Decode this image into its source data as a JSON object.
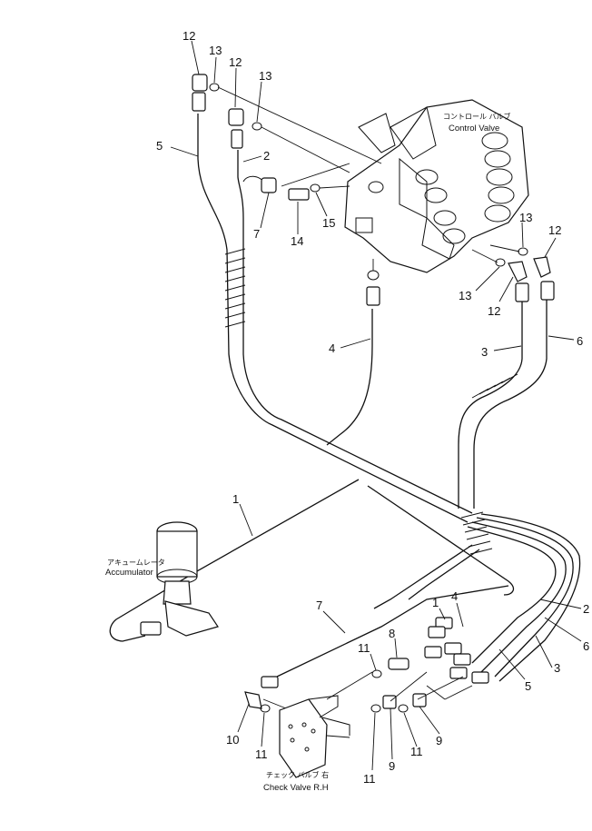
{
  "captions": {
    "control_valve_jp": "コントロール バルブ",
    "control_valve_en": "Control Valve",
    "accumulator_jp": "アキュームレータ",
    "accumulator_en": "Accumulator",
    "check_valve_jp": "チェック バルブ 右",
    "check_valve_en": "Check Valve R.H"
  },
  "callouts": [
    {
      "id": "c12a",
      "text": "12"
    },
    {
      "id": "c13a",
      "text": "13"
    },
    {
      "id": "c12b",
      "text": "12"
    },
    {
      "id": "c13b",
      "text": "13"
    },
    {
      "id": "c5a",
      "text": "5"
    },
    {
      "id": "c2a",
      "text": "2"
    },
    {
      "id": "c7a",
      "text": "7"
    },
    {
      "id": "c14",
      "text": "14"
    },
    {
      "id": "c15",
      "text": "15"
    },
    {
      "id": "c13c",
      "text": "13"
    },
    {
      "id": "c12c",
      "text": "12"
    },
    {
      "id": "c13d",
      "text": "13"
    },
    {
      "id": "c12d",
      "text": "12"
    },
    {
      "id": "c4a",
      "text": "4"
    },
    {
      "id": "c3a",
      "text": "3"
    },
    {
      "id": "c6a",
      "text": "6"
    },
    {
      "id": "c1a",
      "text": "1"
    },
    {
      "id": "c7b",
      "text": "7"
    },
    {
      "id": "c1b",
      "text": "1"
    },
    {
      "id": "c4b",
      "text": "4"
    },
    {
      "id": "c8",
      "text": "8"
    },
    {
      "id": "c2b",
      "text": "2"
    },
    {
      "id": "c6b",
      "text": "6"
    },
    {
      "id": "c11a",
      "text": "11"
    },
    {
      "id": "c3b",
      "text": "3"
    },
    {
      "id": "c5b",
      "text": "5"
    },
    {
      "id": "c10",
      "text": "10"
    },
    {
      "id": "c11b",
      "text": "11"
    },
    {
      "id": "c11c",
      "text": "11"
    },
    {
      "id": "c9a",
      "text": "9"
    },
    {
      "id": "c11d",
      "text": "11"
    },
    {
      "id": "c9b",
      "text": "9"
    }
  ]
}
